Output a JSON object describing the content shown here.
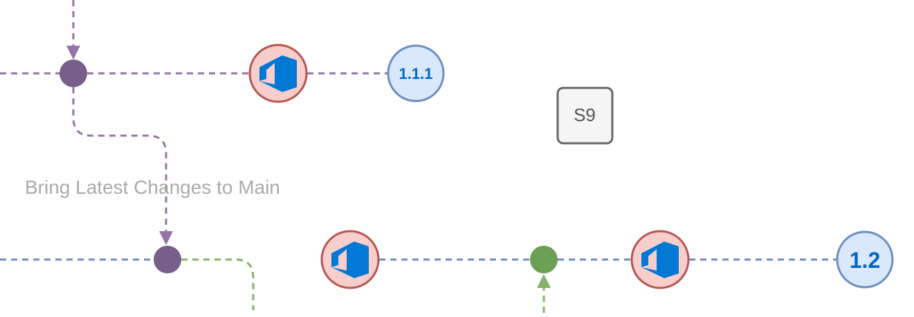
{
  "diagram": {
    "annotation": "Bring Latest Changes to Main",
    "stage_label": "S9",
    "version_top": "1.1.1",
    "version_bottom": "1.2",
    "icons": {
      "pipeline": "azure-devops-icon"
    },
    "colors": {
      "purple_line": "#9673a6",
      "purple_node": "#76608a",
      "blue_line": "#6c8ebf",
      "green_line": "#82b366",
      "green_node": "#6d9f55",
      "pipeline_fill": "#f8cecc",
      "pipeline_stroke": "#b85450",
      "version_fill": "#dae8fc",
      "version_stroke": "#6c8ebf",
      "version_text": "#0066cc",
      "icon_blue": "#0078d4",
      "annotation_text": "#aaaaaa",
      "stage_fill": "#f5f5f5",
      "stage_stroke": "#666666",
      "stage_text": "#555555"
    }
  }
}
